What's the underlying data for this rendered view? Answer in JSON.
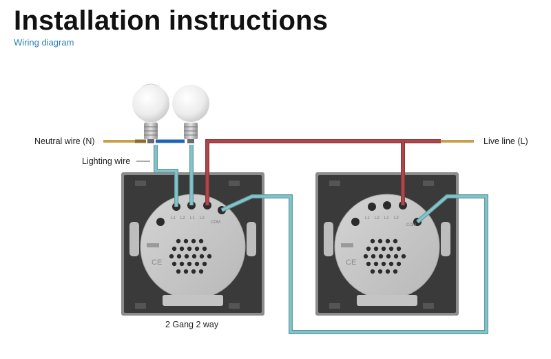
{
  "header": {
    "title": "Installation instructions",
    "subtitle": "Wiring diagram"
  },
  "diagram": {
    "labels": {
      "neutral": "Neutral wire (N)",
      "lighting": "Lighting wire",
      "live": "Live line (L)",
      "caption": "2 Gang 2 way"
    },
    "terminal_labels": [
      "L1",
      "L2",
      "L1",
      "L2",
      "COM"
    ],
    "ce_mark": "CE",
    "colors": {
      "live_wire": "#b0474b",
      "traveler_wire": "#76b6bc",
      "neutral_wire": "#1f64b4",
      "plate": "#3a3a3a",
      "module": "#c9c9c9",
      "brass": "#c8a04a"
    }
  }
}
